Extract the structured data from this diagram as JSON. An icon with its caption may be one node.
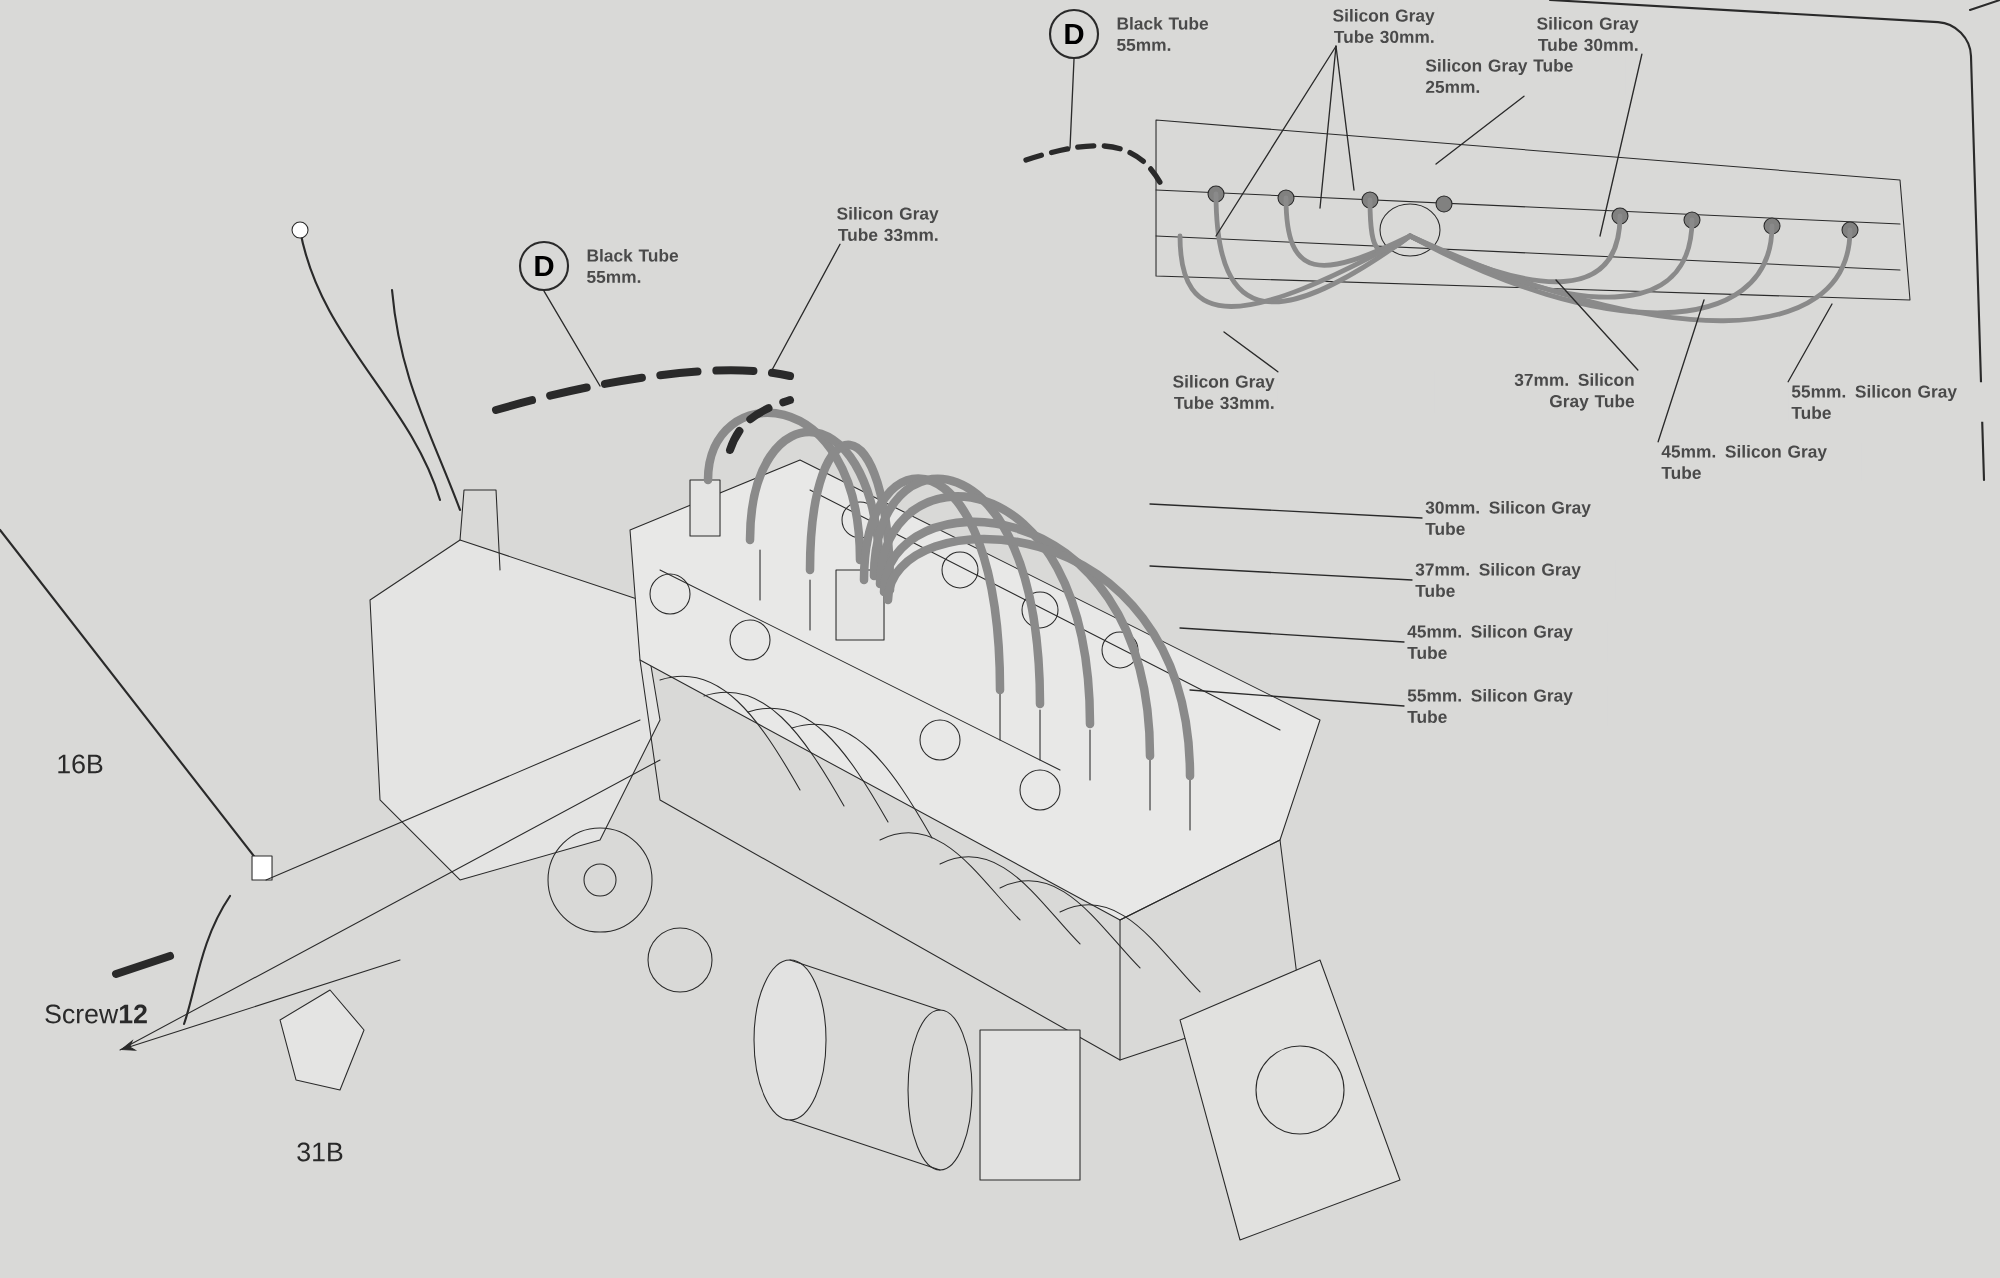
{
  "diagram": {
    "nodes": [
      {
        "text": [
          "D"
        ],
        "beside": [
          "Black Tube 55mm."
        ]
      },
      {
        "text": [
          "Silicon Gray Tube 33mm."
        ]
      },
      {
        "text": [
          "30mm. Silicon Gray Tube"
        ]
      },
      {
        "text": [
          "37mm. Silicon Gray Tube"
        ]
      },
      {
        "text": [
          "45mm. Silicon Gray Tube"
        ]
      },
      {
        "text": [
          "55mm. Silicon Gray Tube"
        ]
      },
      {
        "text": [
          "D"
        ],
        "beside": [
          "Black Tube 55mm."
        ]
      },
      {
        "text": [
          "Silicon Gray Tube 30mm."
        ]
      },
      {
        "text": [
          "Silicon Gray Tube 30mm."
        ]
      },
      {
        "text": [
          "Silicon Gray Tube 25mm."
        ]
      },
      {
        "text": [
          "Silicon Gray Tube 33mm."
        ]
      },
      {
        "text": [
          "37mm. Silicon Gray Tube"
        ]
      },
      {
        "text": [
          "45mm. Silicon Gray Tube"
        ]
      },
      {
        "text": [
          "55mm. Silicon Gray Tube"
        ]
      }
    ],
    "edges": [
      {
        "from": 0,
        "to": null,
        "arrow": "none"
      },
      {
        "from": 1,
        "to": null,
        "arrow": "none"
      },
      {
        "from": 2,
        "to": null,
        "arrow": "none"
      },
      {
        "from": 3,
        "to": null,
        "arrow": "none"
      },
      {
        "from": 4,
        "to": null,
        "arrow": "none"
      },
      {
        "from": 5,
        "to": null,
        "arrow": "none"
      },
      {
        "from": 6,
        "to": null,
        "arrow": "none"
      },
      {
        "from": 7,
        "to": null,
        "arrow": "none"
      },
      {
        "from": 7,
        "to": null,
        "arrow": "none"
      },
      {
        "from": 7,
        "to": null,
        "arrow": "none"
      },
      {
        "from": 8,
        "to": null,
        "arrow": "none"
      },
      {
        "from": 9,
        "to": null,
        "arrow": "none"
      },
      {
        "from": 10,
        "to": null,
        "arrow": "none"
      },
      {
        "from": 11,
        "to": null,
        "arrow": "none"
      },
      {
        "from": 12,
        "to": null,
        "arrow": "none"
      },
      {
        "from": 13,
        "to": null,
        "arrow": "none"
      }
    ],
    "labels": [
      "16B",
      "Screw**12**",
      "31B"
    ]
  }
}
